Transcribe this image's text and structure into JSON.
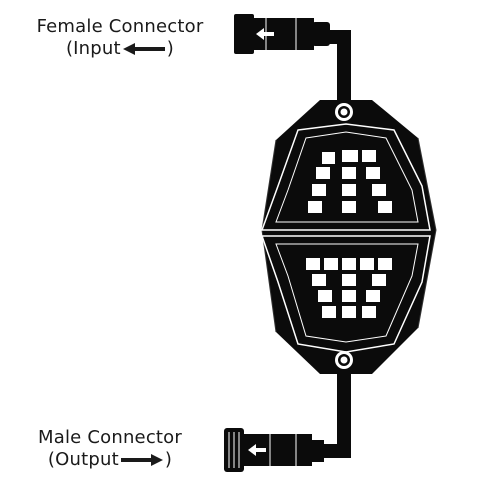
{
  "labels": {
    "female_name": "Female Connector",
    "female_paren_open": "(Input",
    "female_paren_close": ")",
    "male_name": "Male Connector",
    "male_paren_open": "(Output",
    "male_paren_close": ")"
  },
  "icons": {
    "female_arrow": "arrow-left-icon",
    "male_arrow": "arrow-right-icon",
    "connector_arrow": "arrow-left-icon"
  },
  "colors": {
    "device_fill": "#0b0b0b",
    "outline": "#ffffff",
    "text": "#1a1a1a",
    "background": "#ffffff"
  },
  "led_grid": {
    "upper_rows": 4,
    "lower_rows": 4
  }
}
